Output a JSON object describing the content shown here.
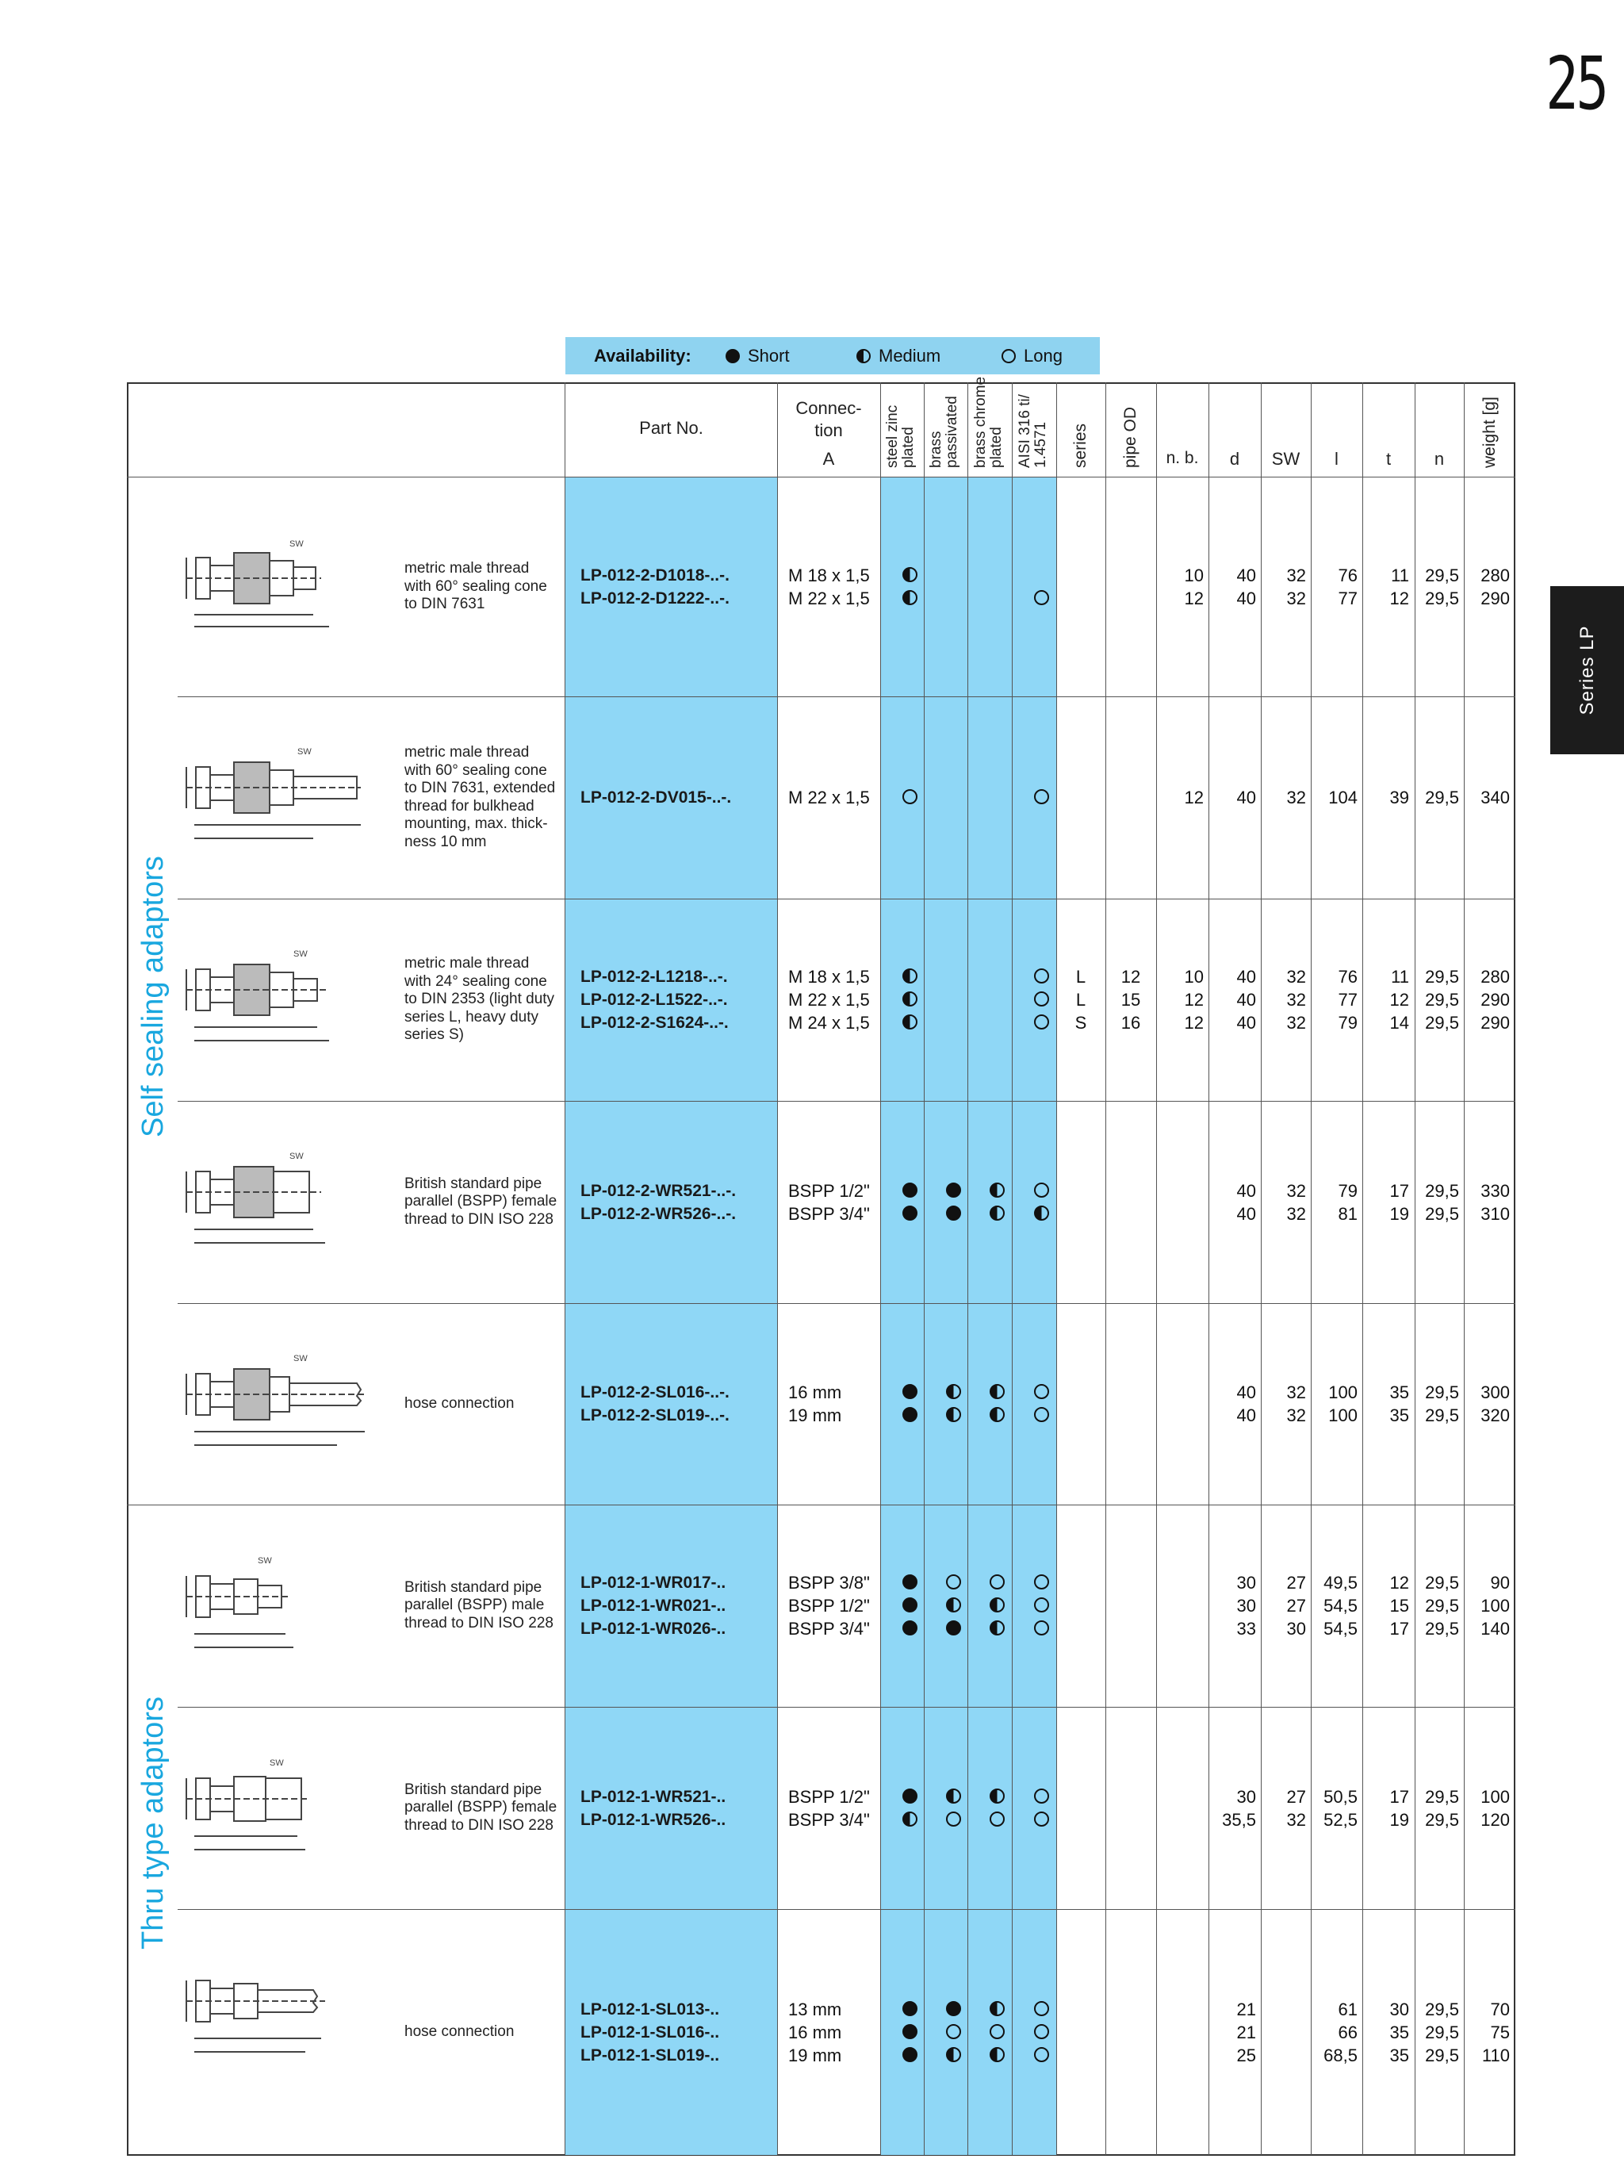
{
  "page_number": "25",
  "series_tab": "Series LP",
  "availability": {
    "label": "Availability:",
    "short": "Short",
    "medium": "Medium",
    "long": "Long"
  },
  "headers": {
    "part_no": "Part No.",
    "connection_1": "Connec-",
    "connection_2": "tion",
    "connection_3": "A",
    "mat1_1": "steel zinc",
    "mat1_2": "plated",
    "mat2_1": "brass",
    "mat2_2": "passivated",
    "mat3_1": "brass chrome",
    "mat3_2": "plated",
    "mat4_1": "AISI 316 ti/",
    "mat4_2": "1.4571",
    "series": "series",
    "pipe_od": "pipe OD",
    "nb": "n. b.",
    "d": "d",
    "sw": "SW",
    "l": "l",
    "t": "t",
    "n": "n",
    "weight": "weight [g]"
  },
  "sections": {
    "self_sealing": "Self sealing adaptors",
    "thru_type": "Thru type adaptors"
  },
  "groups": [
    {
      "description": [
        "metric male thread",
        "with 60° sealing cone",
        "to DIN 7631"
      ],
      "rows": [
        {
          "part": "LP-012-2-D1018-..-.",
          "conn": "M 18 x 1,5",
          "m": [
            "half",
            "",
            "",
            ""
          ],
          "series": "",
          "pipe": "",
          "nb": "10",
          "d": "40",
          "sw": "32",
          "l": "76",
          "t": "11",
          "n": "29,5",
          "w": "280"
        },
        {
          "part": "LP-012-2-D1222-..-.",
          "conn": "M 22 x 1,5",
          "m": [
            "half",
            "",
            "",
            "empty"
          ],
          "series": "",
          "pipe": "",
          "nb": "12",
          "d": "40",
          "sw": "32",
          "l": "77",
          "t": "12",
          "n": "29,5",
          "w": "290"
        }
      ]
    },
    {
      "description": [
        "metric male thread",
        "with 60° sealing cone",
        "to DIN 7631, extended",
        "thread for bulkhead",
        "mounting, max. thick-",
        "ness 10 mm"
      ],
      "rows": [
        {
          "part": "LP-012-2-DV015-..-.",
          "conn": "M 22 x 1,5",
          "m": [
            "empty",
            "",
            "",
            "empty"
          ],
          "series": "",
          "pipe": "",
          "nb": "12",
          "d": "40",
          "sw": "32",
          "l": "104",
          "t": "39",
          "n": "29,5",
          "w": "340"
        }
      ]
    },
    {
      "description": [
        "metric male thread",
        "with 24° sealing cone",
        "to DIN 2353 (light duty",
        "series L, heavy duty",
        "series S)"
      ],
      "rows": [
        {
          "part": "LP-012-2-L1218-..-.",
          "conn": "M 18 x 1,5",
          "m": [
            "half",
            "",
            "",
            "empty"
          ],
          "series": "L",
          "pipe": "12",
          "nb": "10",
          "d": "40",
          "sw": "32",
          "l": "76",
          "t": "11",
          "n": "29,5",
          "w": "280"
        },
        {
          "part": "LP-012-2-L1522-..-.",
          "conn": "M 22 x 1,5",
          "m": [
            "half",
            "",
            "",
            "empty"
          ],
          "series": "L",
          "pipe": "15",
          "nb": "12",
          "d": "40",
          "sw": "32",
          "l": "77",
          "t": "12",
          "n": "29,5",
          "w": "290"
        },
        {
          "part": "LP-012-2-S1624-..-.",
          "conn": "M 24 x 1,5",
          "m": [
            "half",
            "",
            "",
            "empty"
          ],
          "series": "S",
          "pipe": "16",
          "nb": "12",
          "d": "40",
          "sw": "32",
          "l": "79",
          "t": "14",
          "n": "29,5",
          "w": "290"
        }
      ]
    },
    {
      "description": [
        "British standard pipe",
        "parallel (BSPP) female",
        "thread to DIN ISO 228"
      ],
      "rows": [
        {
          "part": "LP-012-2-WR521-..-.",
          "conn": "BSPP 1/2\"",
          "m": [
            "full",
            "full",
            "half",
            "empty"
          ],
          "series": "",
          "pipe": "",
          "nb": "",
          "d": "40",
          "sw": "32",
          "l": "79",
          "t": "17",
          "n": "29,5",
          "w": "330"
        },
        {
          "part": "LP-012-2-WR526-..-.",
          "conn": "BSPP 3/4\"",
          "m": [
            "full",
            "full",
            "half",
            "half"
          ],
          "series": "",
          "pipe": "",
          "nb": "",
          "d": "40",
          "sw": "32",
          "l": "81",
          "t": "19",
          "n": "29,5",
          "w": "310"
        }
      ]
    },
    {
      "description": [
        "hose connection"
      ],
      "rows": [
        {
          "part": "LP-012-2-SL016-..-.",
          "conn": "16 mm",
          "m": [
            "full",
            "half",
            "half",
            "empty"
          ],
          "series": "",
          "pipe": "",
          "nb": "",
          "d": "40",
          "sw": "32",
          "l": "100",
          "t": "35",
          "n": "29,5",
          "w": "300"
        },
        {
          "part": "LP-012-2-SL019-..-.",
          "conn": "19 mm",
          "m": [
            "full",
            "half",
            "half",
            "empty"
          ],
          "series": "",
          "pipe": "",
          "nb": "",
          "d": "40",
          "sw": "32",
          "l": "100",
          "t": "35",
          "n": "29,5",
          "w": "320"
        }
      ]
    },
    {
      "description": [
        "British standard pipe",
        "parallel (BSPP) male",
        "thread to DIN ISO 228"
      ],
      "rows": [
        {
          "part": "LP-012-1-WR017-..",
          "conn": "BSPP 3/8\"",
          "m": [
            "full",
            "empty",
            "empty",
            "empty"
          ],
          "series": "",
          "pipe": "",
          "nb": "",
          "d": "30",
          "sw": "27",
          "l": "49,5",
          "t": "12",
          "n": "29,5",
          "w": "90"
        },
        {
          "part": "LP-012-1-WR021-..",
          "conn": "BSPP 1/2\"",
          "m": [
            "full",
            "half",
            "half",
            "empty"
          ],
          "series": "",
          "pipe": "",
          "nb": "",
          "d": "30",
          "sw": "27",
          "l": "54,5",
          "t": "15",
          "n": "29,5",
          "w": "100"
        },
        {
          "part": "LP-012-1-WR026-..",
          "conn": "BSPP 3/4\"",
          "m": [
            "full",
            "full",
            "half",
            "empty"
          ],
          "series": "",
          "pipe": "",
          "nb": "",
          "d": "33",
          "sw": "30",
          "l": "54,5",
          "t": "17",
          "n": "29,5",
          "w": "140"
        }
      ]
    },
    {
      "description": [
        "British standard pipe",
        "parallel (BSPP) female",
        "thread to DIN ISO 228"
      ],
      "rows": [
        {
          "part": "LP-012-1-WR521-..",
          "conn": "BSPP 1/2\"",
          "m": [
            "full",
            "half",
            "half",
            "empty"
          ],
          "series": "",
          "pipe": "",
          "nb": "",
          "d": "30",
          "sw": "27",
          "l": "50,5",
          "t": "17",
          "n": "29,5",
          "w": "100"
        },
        {
          "part": "LP-012-1-WR526-..",
          "conn": "BSPP 3/4\"",
          "m": [
            "half",
            "empty",
            "empty",
            "empty"
          ],
          "series": "",
          "pipe": "",
          "nb": "",
          "d": "35,5",
          "sw": "32",
          "l": "52,5",
          "t": "19",
          "n": "29,5",
          "w": "120"
        }
      ]
    },
    {
      "description": [
        "hose connection"
      ],
      "rows": [
        {
          "part": "LP-012-1-SL013-..",
          "conn": "13 mm",
          "m": [
            "full",
            "full",
            "half",
            "empty"
          ],
          "series": "",
          "pipe": "",
          "nb": "",
          "d": "21",
          "sw": "",
          "l": "61",
          "t": "30",
          "n": "29,5",
          "w": "70"
        },
        {
          "part": "LP-012-1-SL016-..",
          "conn": "16 mm",
          "m": [
            "full",
            "empty",
            "empty",
            "empty"
          ],
          "series": "",
          "pipe": "",
          "nb": "",
          "d": "21",
          "sw": "",
          "l": "66",
          "t": "35",
          "n": "29,5",
          "w": "75"
        },
        {
          "part": "LP-012-1-SL019-..",
          "conn": "19 mm",
          "m": [
            "full",
            "half",
            "half",
            "empty"
          ],
          "series": "",
          "pipe": "",
          "nb": "",
          "d": "25",
          "sw": "",
          "l": "68,5",
          "t": "35",
          "n": "29,5",
          "w": "110"
        }
      ]
    }
  ]
}
